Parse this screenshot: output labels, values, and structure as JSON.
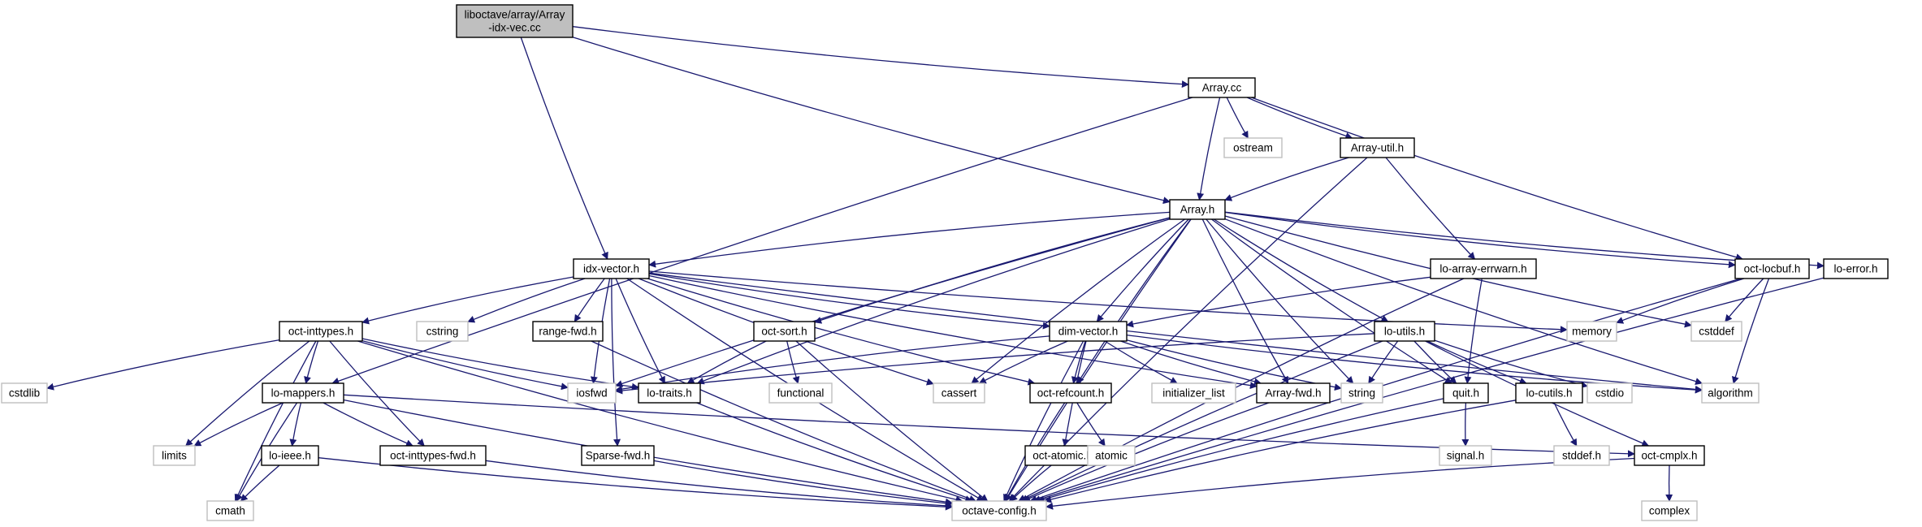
{
  "colors": {
    "edge": "#191970",
    "file_border": "#000000",
    "system_border": "#bfbfbf",
    "root_fill": "#bfbfbf",
    "node_fill": "#ffffff",
    "text": "#000000"
  },
  "nodes": [
    {
      "id": "root",
      "lines": [
        "liboctave/array/Array",
        "-idx-vec.cc"
      ],
      "kind": "root"
    },
    {
      "id": "array_cc",
      "lines": [
        "Array.cc"
      ],
      "kind": "file"
    },
    {
      "id": "ostream",
      "lines": [
        "ostream"
      ],
      "kind": "system"
    },
    {
      "id": "array_util_h",
      "lines": [
        "Array-util.h"
      ],
      "kind": "file"
    },
    {
      "id": "array_h",
      "lines": [
        "Array.h"
      ],
      "kind": "file"
    },
    {
      "id": "idx_vector_h",
      "lines": [
        "idx-vector.h"
      ],
      "kind": "file"
    },
    {
      "id": "lo_array_errwarn_h",
      "lines": [
        "lo-array-errwarn.h"
      ],
      "kind": "file"
    },
    {
      "id": "oct_locbuf_h",
      "lines": [
        "oct-locbuf.h"
      ],
      "kind": "file"
    },
    {
      "id": "lo_error_h",
      "lines": [
        "lo-error.h"
      ],
      "kind": "file"
    },
    {
      "id": "oct_inttypes_h",
      "lines": [
        "oct-inttypes.h"
      ],
      "kind": "file"
    },
    {
      "id": "cstring",
      "lines": [
        "cstring"
      ],
      "kind": "system"
    },
    {
      "id": "range_fwd_h",
      "lines": [
        "range-fwd.h"
      ],
      "kind": "file"
    },
    {
      "id": "oct_sort_h",
      "lines": [
        "oct-sort.h"
      ],
      "kind": "file"
    },
    {
      "id": "dim_vector_h",
      "lines": [
        "dim-vector.h"
      ],
      "kind": "file"
    },
    {
      "id": "memory",
      "lines": [
        "memory"
      ],
      "kind": "system"
    },
    {
      "id": "cstddef",
      "lines": [
        "cstddef"
      ],
      "kind": "system"
    },
    {
      "id": "lo_utils_h",
      "lines": [
        "lo-utils.h"
      ],
      "kind": "file"
    },
    {
      "id": "cstdlib",
      "lines": [
        "cstdlib"
      ],
      "kind": "system"
    },
    {
      "id": "iosfwd",
      "lines": [
        "iosfwd"
      ],
      "kind": "system"
    },
    {
      "id": "lo_traits_h",
      "lines": [
        "lo-traits.h"
      ],
      "kind": "file"
    },
    {
      "id": "functional",
      "lines": [
        "functional"
      ],
      "kind": "system"
    },
    {
      "id": "cassert",
      "lines": [
        "cassert"
      ],
      "kind": "system"
    },
    {
      "id": "oct_refcount_h",
      "lines": [
        "oct-refcount.h"
      ],
      "kind": "file"
    },
    {
      "id": "initializer_list",
      "lines": [
        "initializer_list"
      ],
      "kind": "system"
    },
    {
      "id": "array_fwd_h",
      "lines": [
        "Array-fwd.h"
      ],
      "kind": "file"
    },
    {
      "id": "string",
      "lines": [
        "string"
      ],
      "kind": "system"
    },
    {
      "id": "quit_h",
      "lines": [
        "quit.h"
      ],
      "kind": "file"
    },
    {
      "id": "lo_cutils_h",
      "lines": [
        "lo-cutils.h"
      ],
      "kind": "file"
    },
    {
      "id": "cstdio",
      "lines": [
        "cstdio"
      ],
      "kind": "system"
    },
    {
      "id": "algorithm",
      "lines": [
        "algorithm"
      ],
      "kind": "system"
    },
    {
      "id": "lo_mappers_h",
      "lines": [
        "lo-mappers.h"
      ],
      "kind": "file"
    },
    {
      "id": "limits",
      "lines": [
        "limits"
      ],
      "kind": "system"
    },
    {
      "id": "lo_ieee_h",
      "lines": [
        "lo-ieee.h"
      ],
      "kind": "file"
    },
    {
      "id": "oct_inttypes_fwd_h",
      "lines": [
        "oct-inttypes-fwd.h"
      ],
      "kind": "file"
    },
    {
      "id": "sparse_fwd_h",
      "lines": [
        "Sparse-fwd.h"
      ],
      "kind": "file"
    },
    {
      "id": "oct_atomic_h",
      "lines": [
        "oct-atomic.h"
      ],
      "kind": "file"
    },
    {
      "id": "atomic",
      "lines": [
        "atomic"
      ],
      "kind": "system"
    },
    {
      "id": "signal_h",
      "lines": [
        "signal.h"
      ],
      "kind": "system"
    },
    {
      "id": "stddef_h",
      "lines": [
        "stddef.h"
      ],
      "kind": "system"
    },
    {
      "id": "oct_cmplx_h",
      "lines": [
        "oct-cmplx.h"
      ],
      "kind": "file"
    },
    {
      "id": "cmath",
      "lines": [
        "cmath"
      ],
      "kind": "system"
    },
    {
      "id": "octave_config_h",
      "lines": [
        "octave-config.h"
      ],
      "kind": "system"
    },
    {
      "id": "complex",
      "lines": [
        "complex"
      ],
      "kind": "system"
    }
  ],
  "edges": [
    [
      "root",
      "array_cc"
    ],
    [
      "root",
      "array_h"
    ],
    [
      "root",
      "idx_vector_h"
    ],
    [
      "array_cc",
      "ostream"
    ],
    [
      "array_cc",
      "array_util_h"
    ],
    [
      "array_cc",
      "array_h"
    ],
    [
      "array_cc",
      "oct_locbuf_h"
    ],
    [
      "array_cc",
      "lo_mappers_h"
    ],
    [
      "array_util_h",
      "array_h"
    ],
    [
      "array_util_h",
      "lo_array_errwarn_h"
    ],
    [
      "array_util_h",
      "octave_config_h"
    ],
    [
      "array_h",
      "idx_vector_h"
    ],
    [
      "array_h",
      "oct_sort_h"
    ],
    [
      "array_h",
      "dim_vector_h"
    ],
    [
      "array_h",
      "lo_utils_h"
    ],
    [
      "array_h",
      "oct_locbuf_h"
    ],
    [
      "array_h",
      "lo_error_h"
    ],
    [
      "array_h",
      "cstddef"
    ],
    [
      "array_h",
      "algorithm"
    ],
    [
      "array_h",
      "iosfwd"
    ],
    [
      "array_h",
      "lo_traits_h"
    ],
    [
      "array_h",
      "cassert"
    ],
    [
      "array_h",
      "oct_refcount_h"
    ],
    [
      "array_h",
      "array_fwd_h"
    ],
    [
      "array_h",
      "string"
    ],
    [
      "array_h",
      "quit_h"
    ],
    [
      "array_h",
      "octave_config_h"
    ],
    [
      "idx_vector_h",
      "oct_inttypes_h"
    ],
    [
      "idx_vector_h",
      "cstring"
    ],
    [
      "idx_vector_h",
      "range_fwd_h"
    ],
    [
      "idx_vector_h",
      "iosfwd"
    ],
    [
      "idx_vector_h",
      "memory"
    ],
    [
      "idx_vector_h",
      "algorithm"
    ],
    [
      "idx_vector_h",
      "dim_vector_h"
    ],
    [
      "idx_vector_h",
      "array_fwd_h"
    ],
    [
      "idx_vector_h",
      "oct_refcount_h"
    ],
    [
      "idx_vector_h",
      "cassert"
    ],
    [
      "idx_vector_h",
      "sparse_fwd_h"
    ],
    [
      "idx_vector_h",
      "lo_traits_h"
    ],
    [
      "idx_vector_h",
      "octave_config_h"
    ],
    [
      "lo_array_errwarn_h",
      "dim_vector_h"
    ],
    [
      "lo_array_errwarn_h",
      "quit_h"
    ],
    [
      "lo_array_errwarn_h",
      "octave_config_h"
    ],
    [
      "oct_locbuf_h",
      "memory"
    ],
    [
      "oct_locbuf_h",
      "cstddef"
    ],
    [
      "oct_locbuf_h",
      "algorithm"
    ],
    [
      "oct_locbuf_h",
      "octave_config_h"
    ],
    [
      "lo_error_h",
      "octave_config_h"
    ],
    [
      "oct_inttypes_h",
      "cstdlib"
    ],
    [
      "oct_inttypes_h",
      "lo_mappers_h"
    ],
    [
      "oct_inttypes_h",
      "lo_traits_h"
    ],
    [
      "oct_inttypes_h",
      "oct_inttypes_fwd_h"
    ],
    [
      "oct_inttypes_h",
      "iosfwd"
    ],
    [
      "oct_inttypes_h",
      "limits"
    ],
    [
      "oct_inttypes_h",
      "cmath"
    ],
    [
      "oct_inttypes_h",
      "octave_config_h"
    ],
    [
      "range_fwd_h",
      "octave_config_h"
    ],
    [
      "oct_sort_h",
      "functional"
    ],
    [
      "oct_sort_h",
      "lo_traits_h"
    ],
    [
      "oct_sort_h",
      "octave_config_h"
    ],
    [
      "dim_vector_h",
      "cassert"
    ],
    [
      "dim_vector_h",
      "initializer_list"
    ],
    [
      "dim_vector_h",
      "string"
    ],
    [
      "dim_vector_h",
      "algorithm"
    ],
    [
      "dim_vector_h",
      "oct_refcount_h"
    ],
    [
      "dim_vector_h",
      "array_fwd_h"
    ],
    [
      "dim_vector_h",
      "oct_atomic_h"
    ],
    [
      "dim_vector_h",
      "iosfwd"
    ],
    [
      "dim_vector_h",
      "octave_config_h"
    ],
    [
      "lo_utils_h",
      "iosfwd"
    ],
    [
      "lo_utils_h",
      "string"
    ],
    [
      "lo_utils_h",
      "quit_h"
    ],
    [
      "lo_utils_h",
      "lo_cutils_h"
    ],
    [
      "lo_utils_h",
      "cstdio"
    ],
    [
      "lo_utils_h",
      "oct_cmplx_h"
    ],
    [
      "lo_utils_h",
      "octave_config_h"
    ],
    [
      "lo_traits_h",
      "octave_config_h"
    ],
    [
      "oct_refcount_h",
      "atomic"
    ],
    [
      "oct_refcount_h",
      "octave_config_h"
    ],
    [
      "array_fwd_h",
      "octave_config_h"
    ],
    [
      "quit_h",
      "signal_h"
    ],
    [
      "quit_h",
      "octave_config_h"
    ],
    [
      "lo_cutils_h",
      "stddef_h"
    ],
    [
      "lo_cutils_h",
      "octave_config_h"
    ],
    [
      "lo_mappers_h",
      "limits"
    ],
    [
      "lo_mappers_h",
      "cmath"
    ],
    [
      "lo_mappers_h",
      "lo_ieee_h"
    ],
    [
      "lo_mappers_h",
      "oct_inttypes_fwd_h"
    ],
    [
      "lo_mappers_h",
      "oct_cmplx_h"
    ],
    [
      "lo_mappers_h",
      "octave_config_h"
    ],
    [
      "lo_ieee_h",
      "cmath"
    ],
    [
      "lo_ieee_h",
      "octave_config_h"
    ],
    [
      "oct_inttypes_fwd_h",
      "octave_config_h"
    ],
    [
      "sparse_fwd_h",
      "octave_config_h"
    ],
    [
      "oct_atomic_h",
      "octave_config_h"
    ],
    [
      "oct_cmplx_h",
      "complex"
    ],
    [
      "oct_cmplx_h",
      "octave_config_h"
    ]
  ]
}
